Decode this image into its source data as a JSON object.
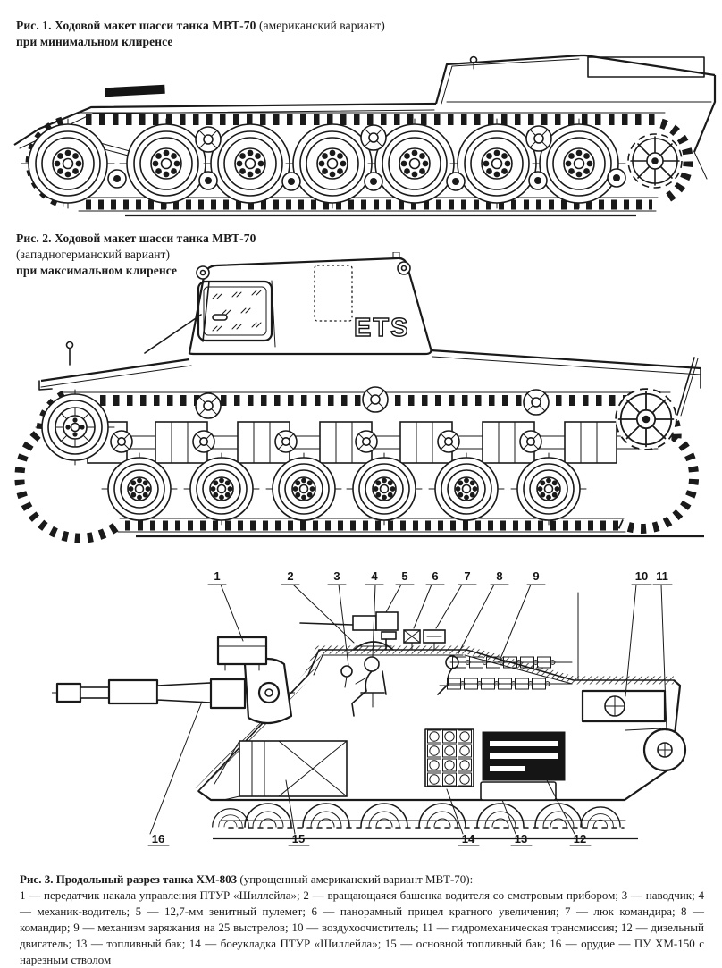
{
  "colors": {
    "ink": "#1a1a1a",
    "paper": "#ffffff"
  },
  "figure1": {
    "caption_bold_1": "Рис. 1. Ходовой макет шасси танка МВТ-70",
    "caption_regular": "(американский вариант)",
    "caption_bold_2": "при минимальном клиренсе"
  },
  "figure2": {
    "caption_bold_1": "Рис. 2. Ходовой макет шасси танка МВТ-70",
    "caption_regular": "(западногерманский вариант)",
    "caption_bold_2": "при максимальном клиренсе",
    "hull_marking": "ETS"
  },
  "figure3": {
    "caption_bold": "Рис. 3. Продольный разрез танка ХМ-803",
    "caption_regular": "(упрощенный американский вариант МВТ-70):",
    "callouts": [
      "1",
      "2",
      "3",
      "4",
      "5",
      "6",
      "7",
      "8",
      "9",
      "10",
      "11",
      "12",
      "13",
      "14",
      "15",
      "16"
    ],
    "legend": [
      "1 — передатчик накала управления ПТУР «Шиллейла»",
      "2 — вращающаяся башенка водителя со смотровым прибором",
      "3 — наводчик",
      "4 — механик-водитель",
      "5 — 12,7-мм зенитный пулемет",
      "6 — панорамный прицел кратного увеличения",
      "7 — люк командира",
      "8 — командир",
      "9 — механизм заряжания на 25 выстрелов",
      "10 — воздухоочиститель",
      "11 — гидромеханическая трансмиссия",
      "12 — дизельный двигатель",
      "13 — топливный бак",
      "14 — боеукладка ПТУР «Шиллейла»",
      "15 — основной топливный бак",
      "16 — орудие — ПУ ХМ-150 с нарезным стволом"
    ]
  }
}
